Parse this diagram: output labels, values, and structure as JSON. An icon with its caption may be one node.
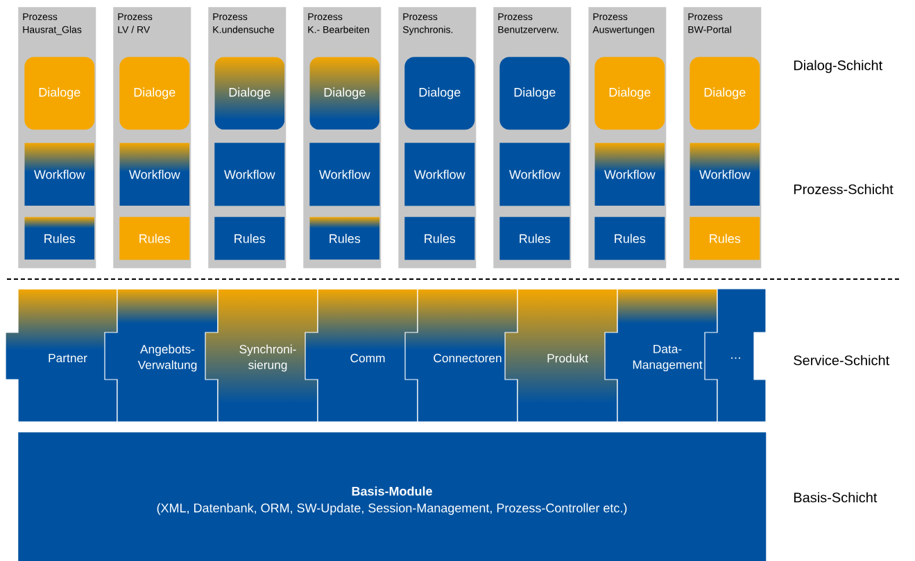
{
  "diagram": {
    "nodes": [
      {
        "text": [
          "Prozess",
          "Hausrat_Glas"
        ]
      },
      {
        "text": [
          "Dialoge"
        ],
        "in": 0
      },
      {
        "text": [
          "Workflow"
        ],
        "in": 0
      },
      {
        "text": [
          "Rules"
        ],
        "in": 0
      },
      {
        "text": [
          "Prozess",
          "LV / RV"
        ]
      },
      {
        "text": [
          "Dialoge"
        ],
        "in": 4
      },
      {
        "text": [
          "Workflow"
        ],
        "in": 4
      },
      {
        "text": [
          "Rules"
        ],
        "in": 4
      },
      {
        "text": [
          "Prozess",
          "K.undensuche"
        ]
      },
      {
        "text": [
          "Dialoge"
        ],
        "in": 8
      },
      {
        "text": [
          "Workflow"
        ],
        "in": 8
      },
      {
        "text": [
          "Rules"
        ],
        "in": 8
      },
      {
        "text": [
          "Prozess",
          "K.- Bearbeiten"
        ]
      },
      {
        "text": [
          "Dialoge"
        ],
        "in": 12
      },
      {
        "text": [
          "Workflow"
        ],
        "in": 12
      },
      {
        "text": [
          "Rules"
        ],
        "in": 12
      },
      {
        "text": [
          "Prozess",
          "Synchronis."
        ]
      },
      {
        "text": [
          "Dialoge"
        ],
        "in": 16
      },
      {
        "text": [
          "Workflow"
        ],
        "in": 16
      },
      {
        "text": [
          "Rules"
        ],
        "in": 16
      },
      {
        "text": [
          "Prozess",
          "Benutzerverw."
        ]
      },
      {
        "text": [
          "Dialoge"
        ],
        "in": 20
      },
      {
        "text": [
          "Workflow"
        ],
        "in": 20
      },
      {
        "text": [
          "Rules"
        ],
        "in": 20
      },
      {
        "text": [
          "Prozess",
          "Auswertungen"
        ]
      },
      {
        "text": [
          "Dialoge"
        ],
        "in": 24
      },
      {
        "text": [
          "Workflow"
        ],
        "in": 24
      },
      {
        "text": [
          "Rules"
        ],
        "in": 24
      },
      {
        "text": [
          "Prozess",
          "BW-Portal"
        ]
      },
      {
        "text": [
          "Dialoge"
        ],
        "in": 28
      },
      {
        "text": [
          "Workflow"
        ],
        "in": 28
      },
      {
        "text": [
          "Rules"
        ],
        "in": 28
      },
      {
        "text": [
          "Partner"
        ]
      },
      {
        "text": [
          "Angebots- Verwaltung"
        ]
      },
      {
        "text": [
          "Synchroni- sierung"
        ]
      },
      {
        "text": [
          "Comm"
        ]
      },
      {
        "text": [
          "Connectoren"
        ]
      },
      {
        "text": [
          "Produkt"
        ]
      },
      {
        "text": [
          "Data- Management"
        ]
      },
      {
        "text": [
          "…"
        ]
      },
      {
        "text": [
          "Basis-Module",
          "(XML, Datenbank, ORM, SW-Update, Session-Management, Prozess-Controller etc.)"
        ]
      }
    ],
    "labels": [
      "Dialog-Schicht",
      "Prozess-Schicht",
      "Service-Schicht",
      "Basis-Schicht"
    ]
  }
}
